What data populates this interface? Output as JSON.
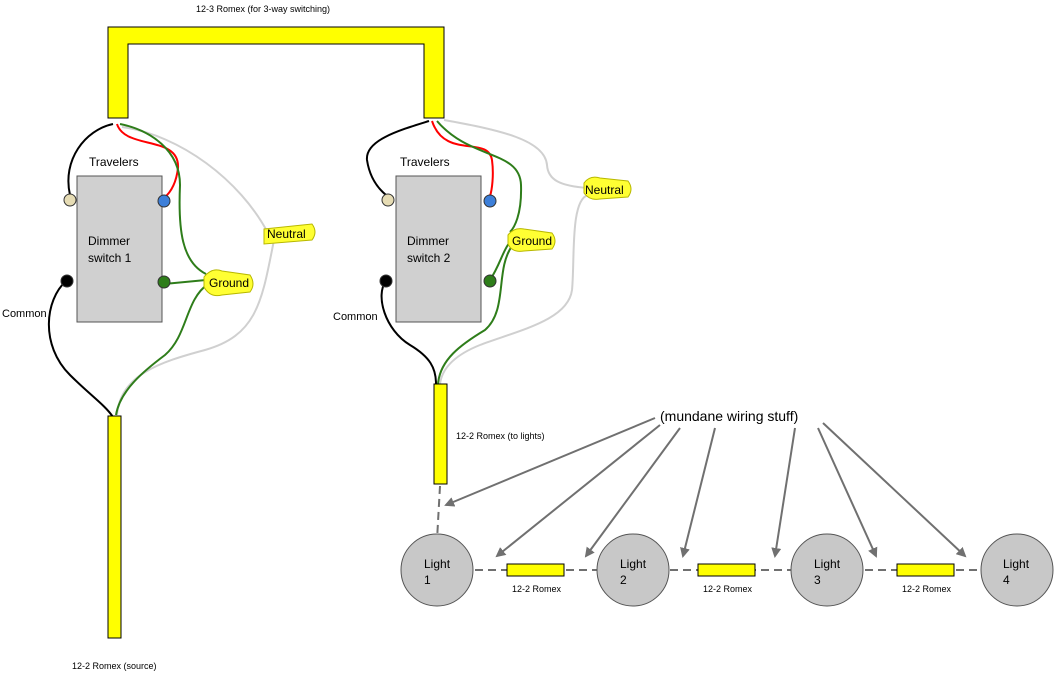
{
  "labels": {
    "cable_top": "12-3 Romex (for 3-way switching)",
    "cable_source": "12-2 Romex (source)",
    "cable_to_lights": "12-2 Romex (to lights)",
    "callout": "(mundane wiring stuff)"
  },
  "switch1": {
    "travelers": "Travelers",
    "name_line1": "Dimmer",
    "name_line2": "switch 1",
    "common": "Common",
    "neutral": "Neutral",
    "ground": "Ground"
  },
  "switch2": {
    "travelers": "Travelers",
    "name_line1": "Dimmer",
    "name_line2": "switch 2",
    "common": "Common",
    "neutral": "Neutral",
    "ground": "Ground"
  },
  "lights": [
    {
      "line1": "Light",
      "line2": "1"
    },
    {
      "line1": "Light",
      "line2": "2"
    },
    {
      "line1": "Light",
      "line2": "3"
    },
    {
      "line1": "Light",
      "line2": "4"
    }
  ],
  "links": [
    {
      "label": "12-2 Romex"
    },
    {
      "label": "12-2 Romex"
    },
    {
      "label": "12-2 Romex"
    }
  ],
  "colors": {
    "cable_yellow": "#ffff00",
    "wire_black": "#000000",
    "wire_red": "#ff0000",
    "wire_green": "#2e7d1a",
    "wire_neutral": "#d0d0d0",
    "terminal_brass": "#e6dcb4",
    "terminal_blue": "#3d7fd9",
    "terminal_green": "#2e7d1a",
    "switch_fill": "#d0d0d0",
    "light_fill": "#c8c8c8",
    "wirenut": "#ffff33"
  }
}
